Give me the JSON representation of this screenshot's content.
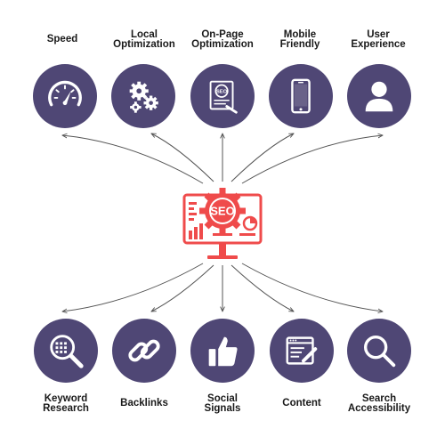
{
  "colors": {
    "circle": "#4f4775",
    "icon": "#ffffff",
    "seo": "#ef4b4b",
    "arrow": "#555555"
  },
  "center": {
    "badge_text": "SEO",
    "icon": "seo-monitor-gear-icon"
  },
  "top_items": [
    {
      "label_lines": [
        "Speed"
      ],
      "icon": "speedometer-icon"
    },
    {
      "label_lines": [
        "Local",
        "Optimization"
      ],
      "icon": "gears-icon"
    },
    {
      "label_lines": [
        "On-Page",
        "Optimization"
      ],
      "icon": "seo-page-icon",
      "badge": "SEO"
    },
    {
      "label_lines": [
        "Mobile",
        "Friendly"
      ],
      "icon": "smartphone-icon"
    },
    {
      "label_lines": [
        "User",
        "Experience"
      ],
      "icon": "user-icon"
    }
  ],
  "bottom_items": [
    {
      "label_lines": [
        "Keyword",
        "Research"
      ],
      "icon": "magnifier-keyword-icon"
    },
    {
      "label_lines": [
        "Backlinks"
      ],
      "icon": "chain-link-icon"
    },
    {
      "label_lines": [
        "Social",
        "Signals"
      ],
      "icon": "thumbs-up-icon"
    },
    {
      "label_lines": [
        "Content"
      ],
      "icon": "content-editor-icon"
    },
    {
      "label_lines": [
        "Search",
        "Accessibility"
      ],
      "icon": "search-icon"
    }
  ]
}
